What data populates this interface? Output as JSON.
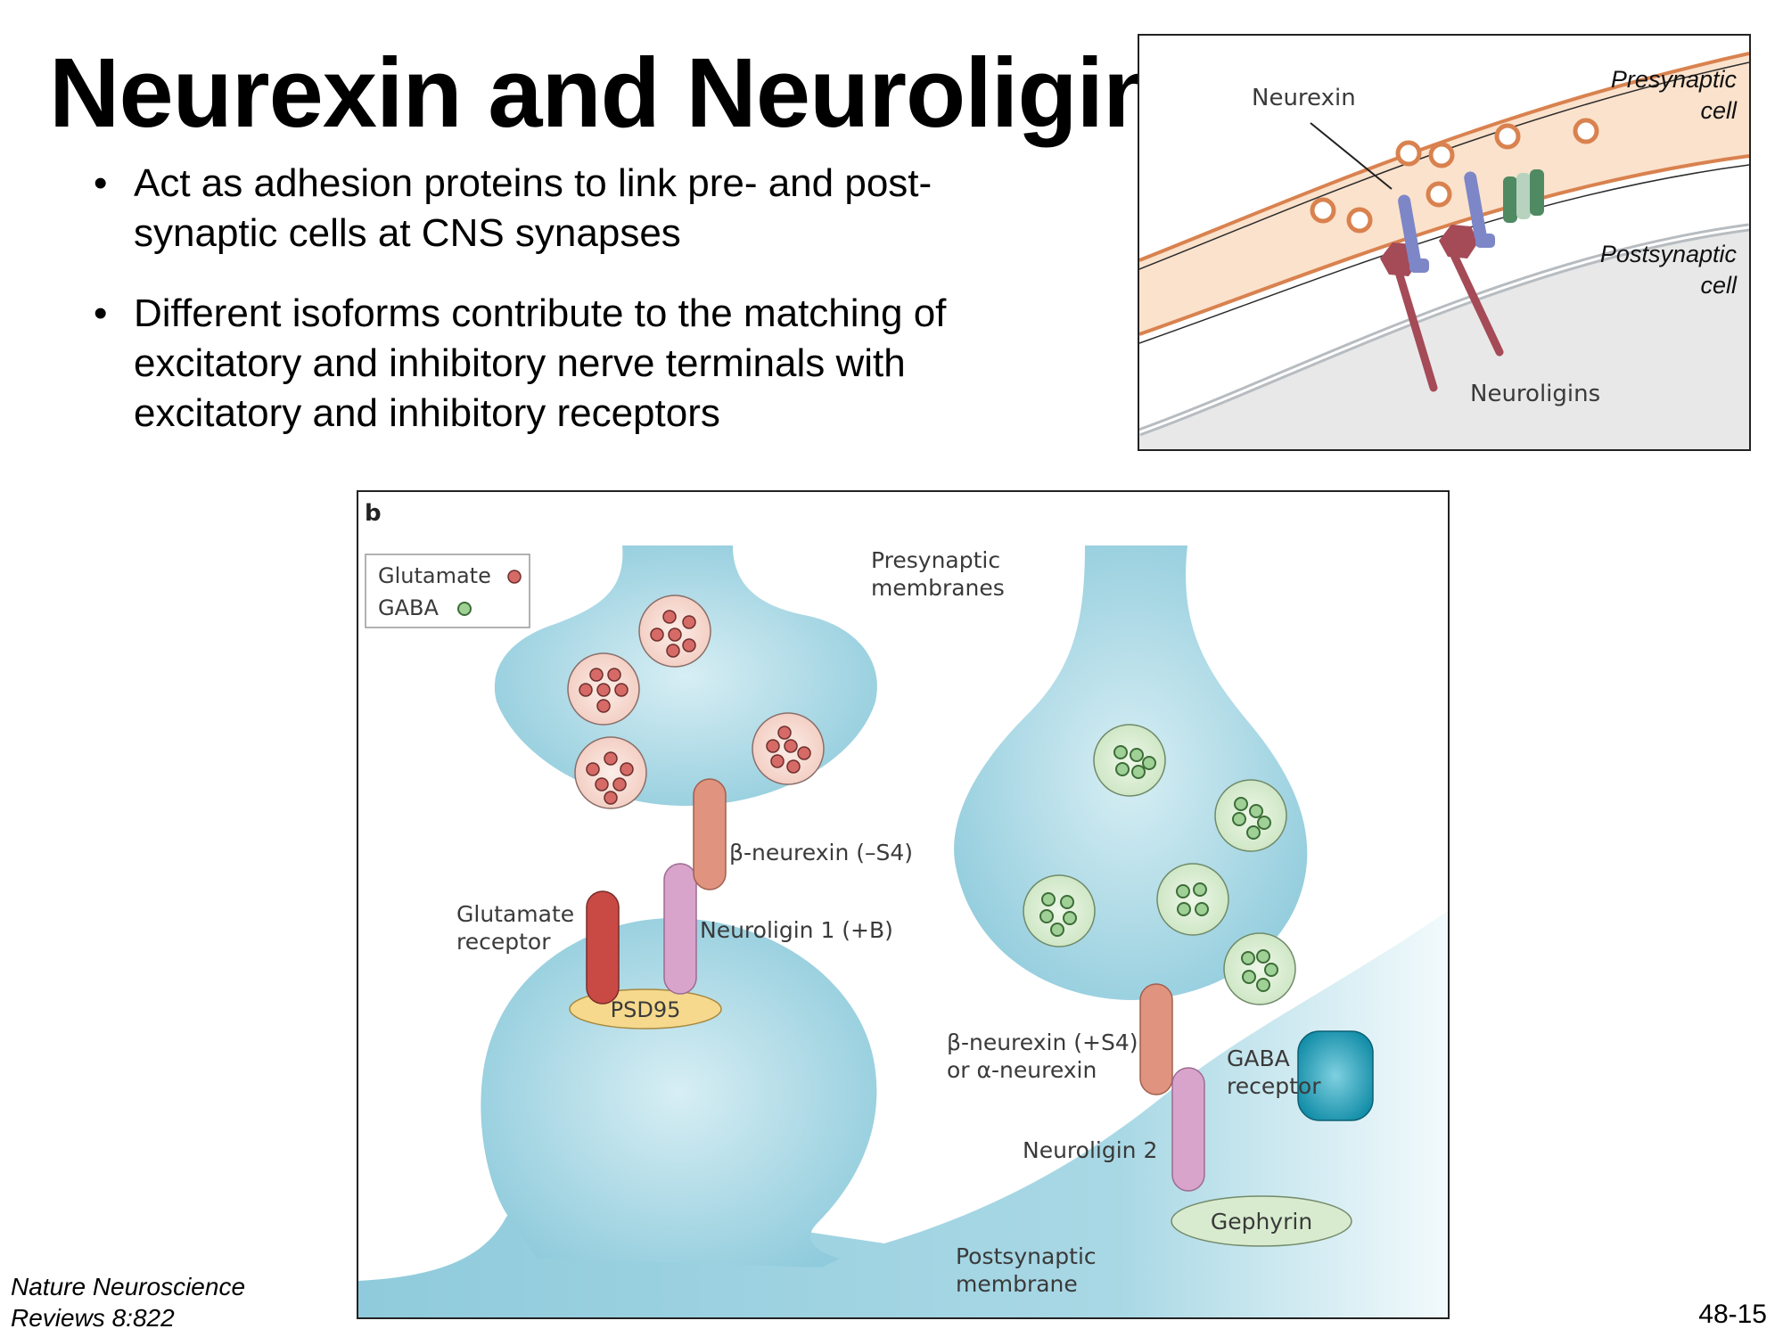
{
  "slide": {
    "title": "Neurexin and Neuroligin",
    "bullets": [
      {
        "line1": "Act as adhesion proteins to link pre- and post-",
        "line2": "synaptic cells at CNS synapses"
      },
      {
        "line1": "Different isoforms contribute to the matching of",
        "line2": "excitatory and inhibitory nerve terminals with",
        "line3": "excitatory and inhibitory receptors"
      }
    ],
    "bullet_glyph": "•",
    "citation": {
      "line1": "Nature Neuroscience",
      "line2": "Reviews 8:822"
    },
    "page_number": "48-15"
  },
  "top_diagram": {
    "presynaptic": {
      "line1": "Presynaptic",
      "line2": "cell"
    },
    "postsynaptic": {
      "line1": "Postsynaptic",
      "line2": "cell"
    },
    "neurexin": "Neurexin",
    "neuroligins": "Neuroligins",
    "colors": {
      "cleft": "#fbe2cc",
      "membrane": "#d9824f",
      "vesicle": "#d9824f",
      "neurexin": "#7d86c7",
      "neuroligin": "#a54a57",
      "channel": "#4f8a62",
      "post_cell": "#e8e8e8"
    }
  },
  "panel_b": {
    "panel_letter": "b",
    "legend": {
      "glutamate": "Glutamate",
      "gaba": "GABA"
    },
    "presynaptic_membranes": {
      "line1": "Presynaptic",
      "line2": "membranes"
    },
    "beta_neurexin_minus_s4": "β-neurexin (–S4)",
    "neuroligin_1": "Neuroligin 1 (+B)",
    "glutamate_receptor": {
      "line1": "Glutamate",
      "line2": "receptor"
    },
    "psd95": "PSD95",
    "beta_neurexin_plus_s4": {
      "line1": "β-neurexin (+S4)",
      "line2": "or α-neurexin"
    },
    "gaba_receptor": {
      "line1": "GABA",
      "line2": "receptor"
    },
    "neuroligin_2": "Neuroligin 2",
    "gephyrin": "Gephyrin",
    "postsynaptic_membrane": {
      "line1": "Postsynaptic",
      "line2": "membrane"
    },
    "colors": {
      "cell": "#8fcbdc",
      "glutamate": "#d66a66",
      "gaba": "#7dbd7b",
      "neurexin": "#e0937f",
      "neuroligin": "#d9a4cc",
      "glu_receptor": "#c94a45",
      "psd95": "#f6d98d",
      "gephyrin": "#d8ebcf",
      "gaba_receptor": "#1593ad"
    }
  }
}
